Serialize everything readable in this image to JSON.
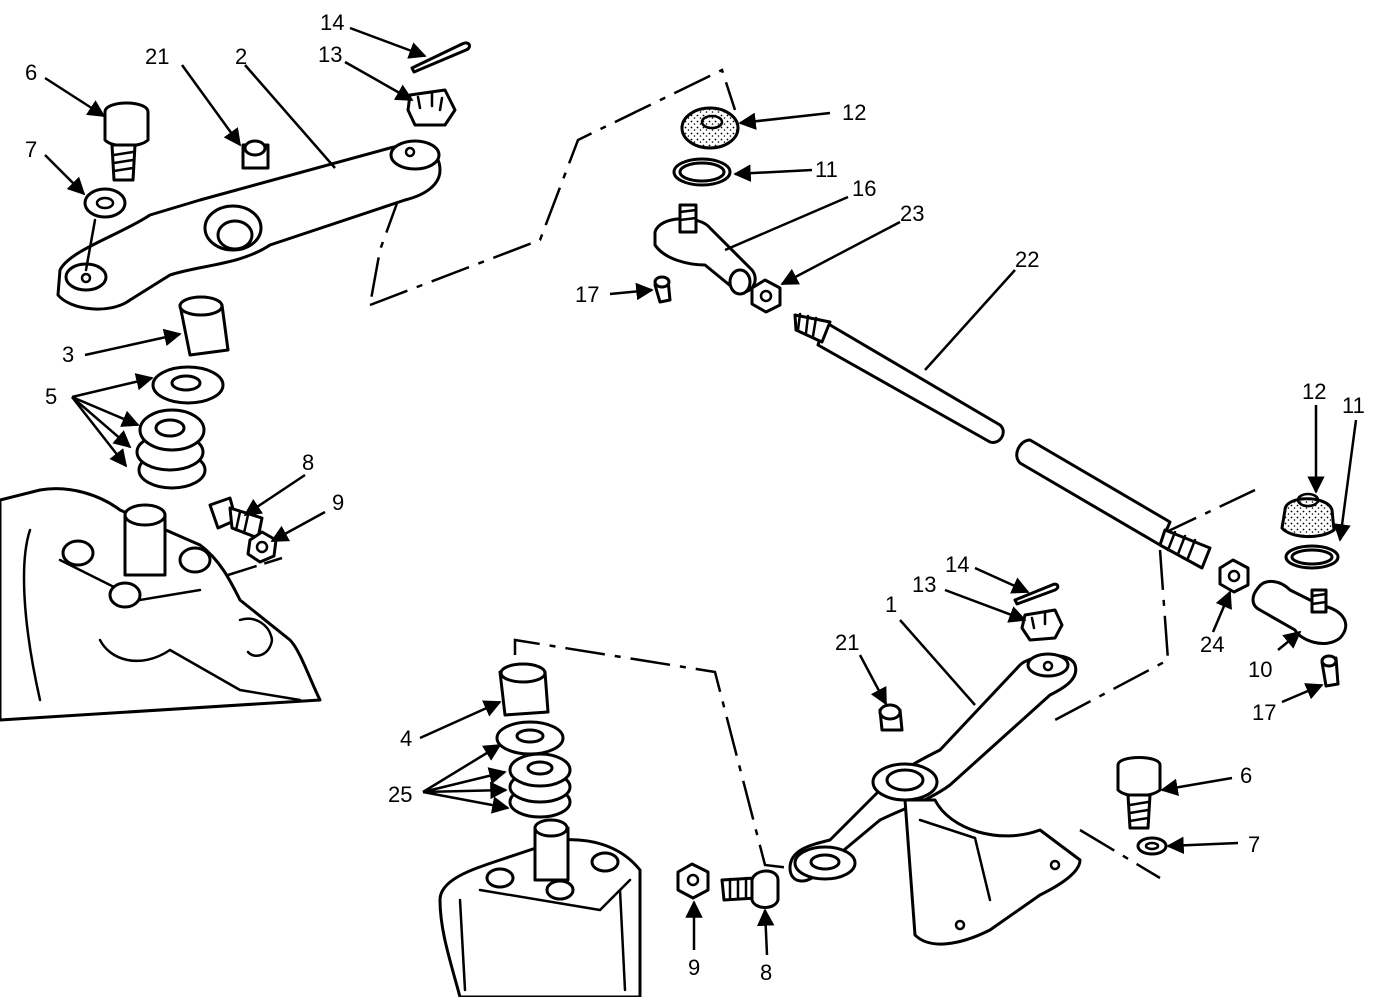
{
  "diagram": {
    "callouts": [
      "14",
      "13",
      "6",
      "21",
      "2",
      "7",
      "3",
      "5",
      "8",
      "9",
      "12",
      "11",
      "16",
      "23",
      "17",
      "22",
      "12",
      "11",
      "24",
      "10",
      "17",
      "14",
      "13",
      "1",
      "21",
      "4",
      "25",
      "6",
      "7",
      "9",
      "8"
    ]
  }
}
